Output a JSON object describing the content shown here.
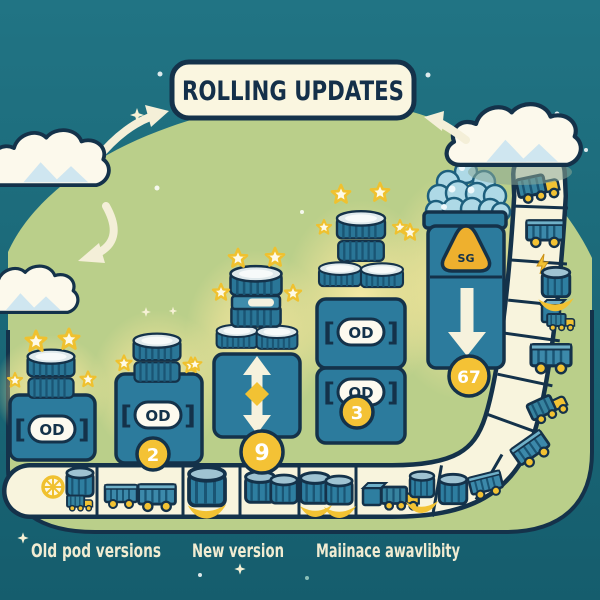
{
  "title": "ROLLING UPDATES",
  "legend": {
    "old_pods": "Old pod versions",
    "new_version": "New version",
    "availability": "Maiinace awavlibity"
  },
  "pod_label": "OD",
  "warning_label": "SG",
  "badges": {
    "pods_v2": "2",
    "scaling": "9",
    "stacked": "3",
    "rollback": "67"
  },
  "colors": {
    "background_teal": "#1d6878",
    "island_green": "#bacf8a",
    "container_blue": "#2c7b9d",
    "outline_navy": "#14324a",
    "accent_yellow": "#f2c233",
    "cream": "#f8f4dd",
    "bubble_blue": "#aed9e6"
  },
  "road": {
    "bottom_icons": [
      "target-barrel-truck",
      "two-container-trucks",
      "barrel-splash",
      "two-barrels",
      "two-barrels-splash",
      "cube-truck-barrel",
      "barrel-container-truck"
    ],
    "right_icons": [
      "container-truck",
      "container-wheels",
      "bolt-barrel",
      "cube-truck",
      "container-wheels",
      "container-truck",
      "container-tilted"
    ]
  }
}
